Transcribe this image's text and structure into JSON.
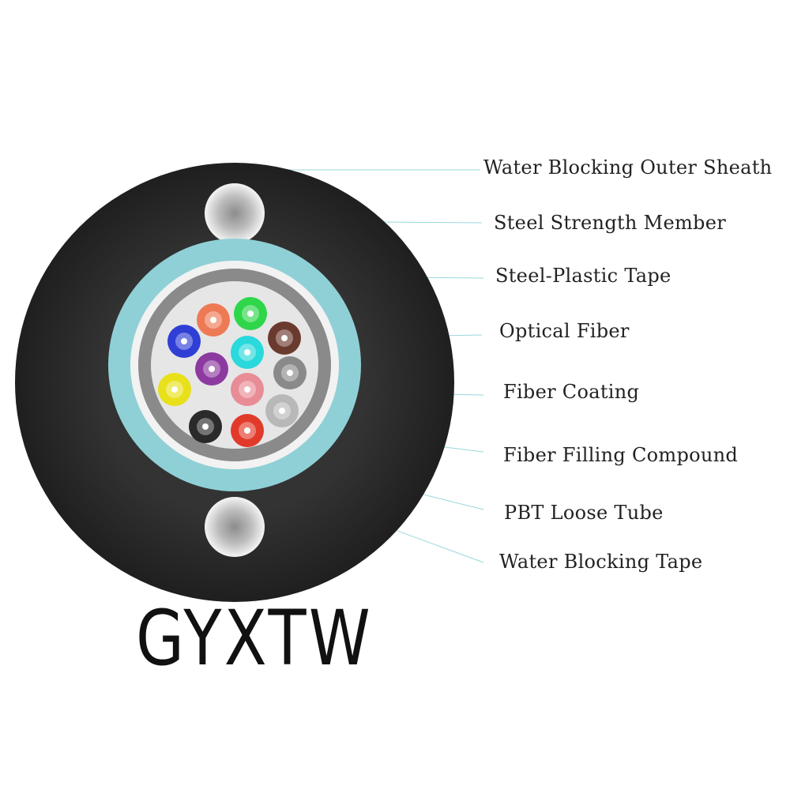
{
  "title": "GYXTW",
  "colors": {
    "sheath": "#2a2a2a",
    "water_blocking_tape": "#8fd0d6",
    "steel_plastic_tape": "#f2f2f2",
    "loose_tube": "#8a8a8a",
    "filling_compound": "#e6e6e6",
    "leader_line": "#9ad6de"
  },
  "labels": [
    {
      "id": "water-blocking-outer-sheath",
      "text": "Water Blocking  Outer Sheath"
    },
    {
      "id": "steel-strength-member",
      "text": "Steel Strength Member"
    },
    {
      "id": "steel-plastic-tape",
      "text": "Steel-Plastic Tape"
    },
    {
      "id": "optical-fiber",
      "text": "Optical Fiber"
    },
    {
      "id": "fiber-coating",
      "text": "Fiber Coating"
    },
    {
      "id": "fiber-filling-compound",
      "text": "Fiber Filling Compound"
    },
    {
      "id": "pbt-loose-tube",
      "text": "PBT Loose Tube"
    },
    {
      "id": "water-blocking-tape",
      "text": "Water Blocking Tape"
    }
  ],
  "fibers": [
    {
      "name": "blue",
      "color": "#2f3fd6"
    },
    {
      "name": "orange",
      "color": "#ee7a55"
    },
    {
      "name": "green",
      "color": "#2fd64a"
    },
    {
      "name": "brown",
      "color": "#6b3a2f"
    },
    {
      "name": "aqua",
      "color": "#29d9dc"
    },
    {
      "name": "violet",
      "color": "#8d3aa0"
    },
    {
      "name": "yellow",
      "color": "#e8e01a"
    },
    {
      "name": "rose",
      "color": "#e88c96"
    },
    {
      "name": "slate",
      "color": "#8a8a8a"
    },
    {
      "name": "white",
      "color": "#b8b8b8"
    },
    {
      "name": "black",
      "color": "#2a2a2a"
    },
    {
      "name": "red",
      "color": "#e23a2a"
    }
  ]
}
